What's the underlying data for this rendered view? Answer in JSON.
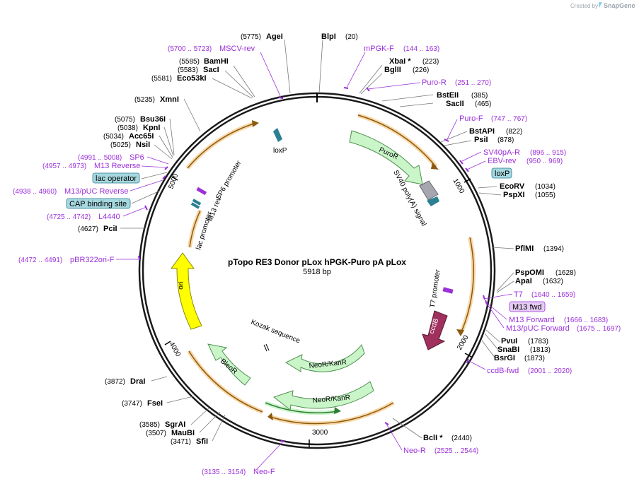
{
  "credit": {
    "prefix": "Created by",
    "brand": "SnapGene"
  },
  "plasmid": {
    "name": "pTopo RE3 Donor pLox hPGK-Puro pA pLox",
    "size": "5918 bp"
  },
  "ticks": {
    "t1000": "1000",
    "t2000": "2000",
    "t3000": "3000",
    "t4000": "4000",
    "t5000": "5000"
  },
  "enzymes": {
    "agei": {
      "name": "AgeI",
      "pos": "(5775)"
    },
    "blpi": {
      "name": "BlpI",
      "pos": "(20)"
    },
    "xbai": {
      "name": "XbaI *",
      "pos": "(223)"
    },
    "bglii": {
      "name": "BglII",
      "pos": "(226)"
    },
    "bsteii": {
      "name": "BstEII",
      "pos": "(385)"
    },
    "sacii": {
      "name": "SacII",
      "pos": "(465)"
    },
    "bstapi": {
      "name": "BstAPI",
      "pos": "(822)"
    },
    "psii": {
      "name": "PsiI",
      "pos": "(878)"
    },
    "ecorv": {
      "name": "EcoRV",
      "pos": "(1034)"
    },
    "pspxi": {
      "name": "PspXI",
      "pos": "(1055)"
    },
    "pflmi": {
      "name": "PflMI",
      "pos": "(1394)"
    },
    "pspomi": {
      "name": "PspOMI",
      "pos": "(1628)"
    },
    "apai": {
      "name": "ApaI",
      "pos": "(1632)"
    },
    "pvui": {
      "name": "PvuI",
      "pos": "(1783)"
    },
    "snabi": {
      "name": "SnaBI",
      "pos": "(1813)"
    },
    "bsrgi": {
      "name": "BsrGI",
      "pos": "(1873)"
    },
    "bcli": {
      "name": "BclI *",
      "pos": "(2440)"
    },
    "bamhi": {
      "name": "BamHI",
      "pos": "(5585)"
    },
    "saci": {
      "name": "SacI",
      "pos": "(5583)"
    },
    "eco53ki": {
      "name": "Eco53kI",
      "pos": "(5581)"
    },
    "xmni": {
      "name": "XmnI",
      "pos": "(5235)"
    },
    "bsu36i": {
      "name": "Bsu36I",
      "pos": "(5075)"
    },
    "kpni": {
      "name": "KpnI",
      "pos": "(5038)"
    },
    "acc65i": {
      "name": "Acc65I",
      "pos": "(5034)"
    },
    "nsii": {
      "name": "NsiI",
      "pos": "(5025)"
    },
    "pcii": {
      "name": "PciI",
      "pos": "(4627)"
    },
    "drai": {
      "name": "DraI",
      "pos": "(3872)"
    },
    "fsei": {
      "name": "FseI",
      "pos": "(3747)"
    },
    "sgrai": {
      "name": "SgrAI",
      "pos": "(3585)"
    },
    "maubi": {
      "name": "MauBI",
      "pos": "(3507)"
    },
    "sfii": {
      "name": "SfiI",
      "pos": "(3471)"
    }
  },
  "primers": {
    "mscvrev": {
      "name": "MSCV-rev",
      "range": "(5700 .. 5723)"
    },
    "mpgkf": {
      "name": "mPGK-F",
      "range": "(144 .. 163)"
    },
    "puror": {
      "name": "Puro-R",
      "range": "(251 .. 270)"
    },
    "purof": {
      "name": "Puro-F",
      "range": "(747 .. 767)"
    },
    "sv40par": {
      "name": "SV40pA-R",
      "range": "(896 .. 915)"
    },
    "ebvrev": {
      "name": "EBV-rev",
      "range": "(950 .. 969)"
    },
    "t7": {
      "name": "T7",
      "range": "(1640 .. 1659)"
    },
    "m13forward": {
      "name": "M13 Forward",
      "range": "(1666 .. 1683)"
    },
    "m13pucforward": {
      "name": "M13/pUC Forward",
      "range": "(1675 .. 1697)"
    },
    "ccdbfwd": {
      "name": "ccdB-fwd",
      "range": "(2001 .. 2020)"
    },
    "neor": {
      "name": "Neo-R",
      "range": "(2525 .. 2544)"
    },
    "neof": {
      "name": "Neo-F",
      "range": "(3135 .. 3154)"
    },
    "sp6": {
      "name": "SP6",
      "range": "(4991 .. 5008)"
    },
    "m13reverse": {
      "name": "M13 Reverse",
      "range": "(4957 .. 4973)"
    },
    "m13pucreverse": {
      "name": "M13/pUC Reverse",
      "range": "(4938 .. 4960)"
    },
    "l4440": {
      "name": "L4440",
      "range": "(4725 .. 4742)"
    },
    "pbr322orif": {
      "name": "pBR322ori-F",
      "range": "(4472 .. 4491)"
    }
  },
  "boxes": {
    "loxp": "loxP",
    "m13fwd": "M13 fwd",
    "lacoperator": "lac operator",
    "capsite": "CAP binding site"
  },
  "features": {
    "puror": "PuroR",
    "sv40": "SV40 poly(A) signal",
    "loxp": "loxP",
    "ccdb": "ccdB",
    "t7promoter": "T7 promoter",
    "neokan1": "NeoR/KanR",
    "neokan2": "NeoR/KanR",
    "kozak": "Kozak sequence",
    "bleor": "BleoR",
    "ori": "ori",
    "lacpromoter": "lac promoter",
    "m13rev": "M13 rev",
    "sp6promoter": "SP6 promoter"
  },
  "colors": {
    "primer": "#9b30d9",
    "orange_arrow": "#f4b860",
    "green_arrow": "#c9f5c9",
    "ori": "#ffff00",
    "ccdb": "#a0305e",
    "loxp": "#2a7f92",
    "sv40": "#a6a6b0",
    "box_blue": "#a6d8df"
  }
}
